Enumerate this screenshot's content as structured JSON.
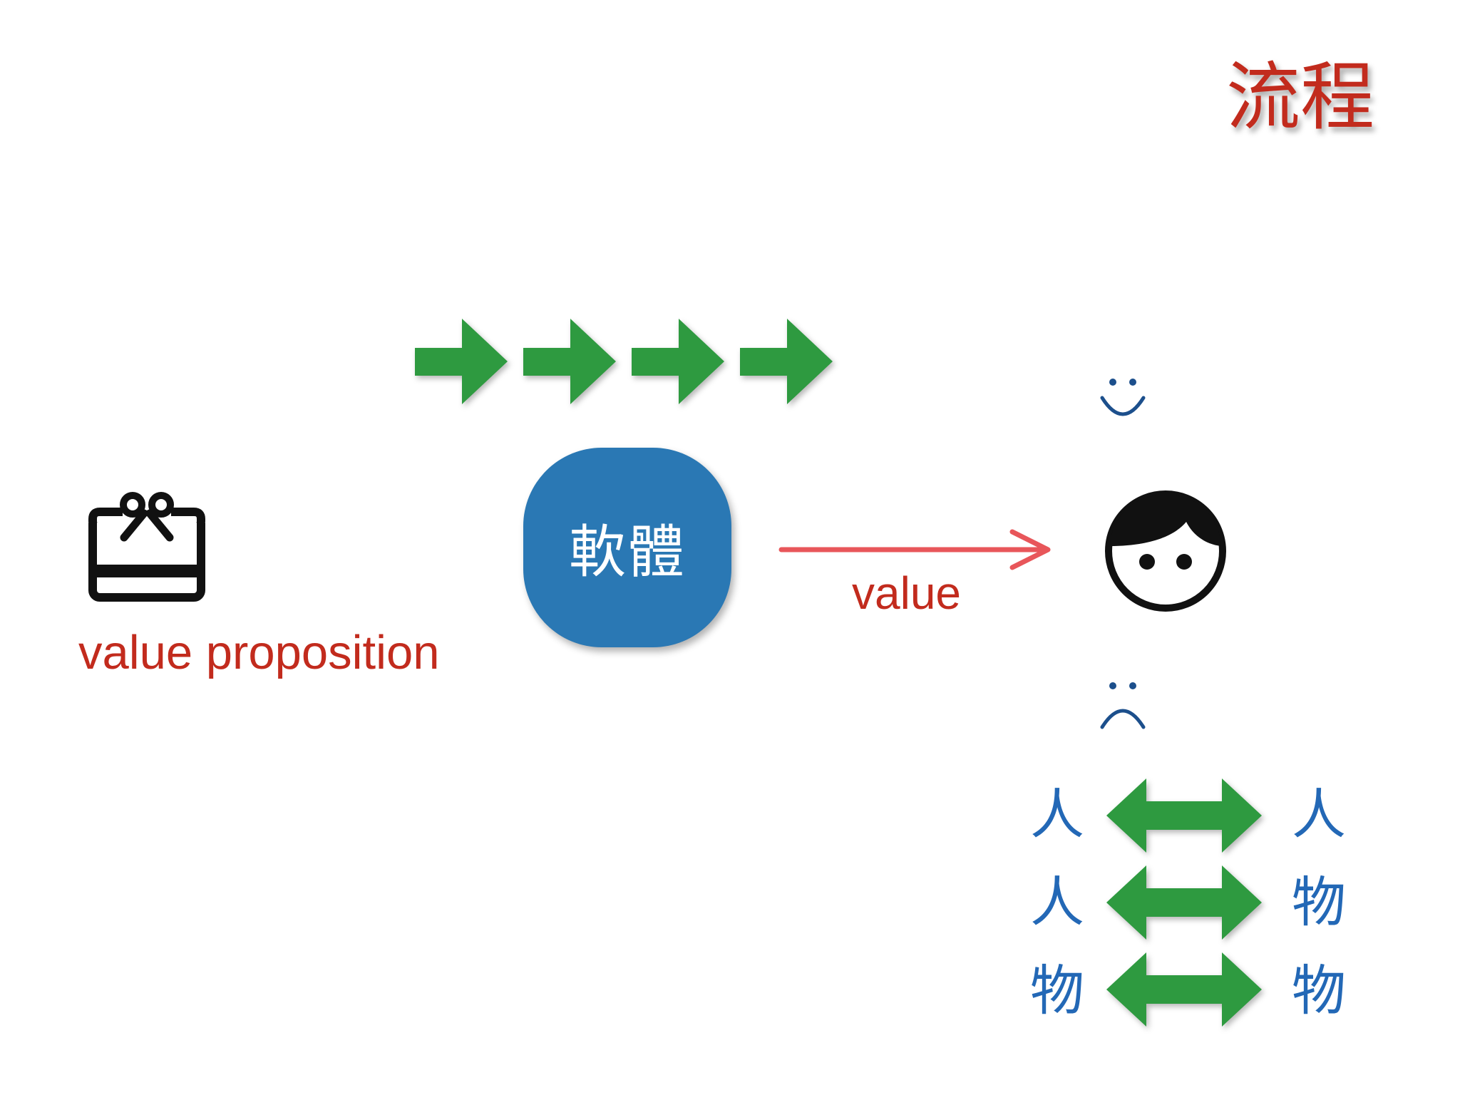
{
  "slide": {
    "title": "流程",
    "value_proposition_label": "value proposition",
    "software_label": "軟體",
    "value_label": "value"
  },
  "relations": [
    {
      "left": "人",
      "right": "人"
    },
    {
      "left": "人",
      "right": "物"
    },
    {
      "left": "物",
      "right": "物"
    }
  ],
  "icons": {
    "gift": "gift-card-icon",
    "person": "person-face-icon",
    "happy": "happy-face-icon",
    "sad": "sad-face-icon",
    "flow_arrow": "right-arrow-icon",
    "double_arrow": "double-arrow-icon"
  },
  "colors": {
    "title_red": "#c22b1d",
    "software_blue": "#2a78b4",
    "arrow_green": "#2e9a40",
    "value_arrow_red": "#e8565a",
    "relation_blue": "#2368b6"
  }
}
